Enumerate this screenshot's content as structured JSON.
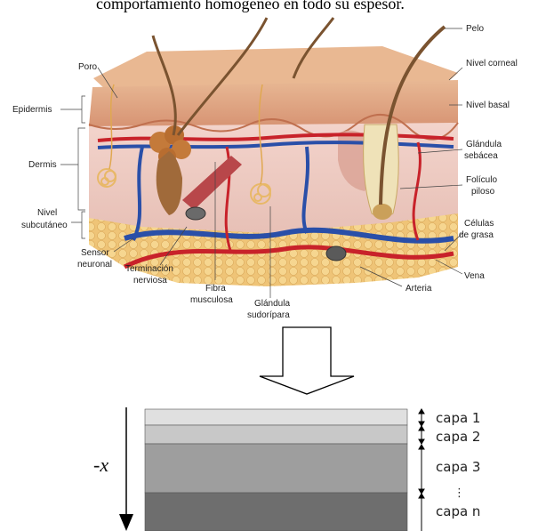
{
  "top_text": "comportamiento homogéneo en todo su espesor.",
  "skin_labels": {
    "poro": "Poro",
    "epidermis": "Epidermis",
    "dermis": "Dermis",
    "nivel_subcutaneo_1": "Nivel",
    "nivel_subcutaneo_2": "subcutáneo",
    "sensor_1": "Sensor",
    "sensor_2": "neuronal",
    "terminacion_1": "Terminación",
    "terminacion_2": "nerviosa",
    "fibra_1": "Fibra",
    "fibra_2": "musculosa",
    "glandula_sud_1": "Glándula",
    "glandula_sud_2": "sudorípara",
    "arteria": "Arteria",
    "vena": "Vena",
    "celulas_1": "Células",
    "celulas_2": "de grasa",
    "foliculo_1": "Folículo",
    "foliculo_2": "piloso",
    "glandula_seb_1": "Glándula",
    "glandula_seb_2": "sebácea",
    "nivel_basal": "Nivel basal",
    "nivel_corneal": "Nivel corneal",
    "pelo": "Pelo"
  },
  "layers_model": {
    "axis_label": "-x",
    "capas": [
      "capa 1",
      "capa 2",
      "capa 3",
      "capa n"
    ],
    "dots": "⋮",
    "colors": [
      "#e0e0e0",
      "#c8c8c8",
      "#9e9e9e",
      "#6e6e6e"
    ]
  }
}
